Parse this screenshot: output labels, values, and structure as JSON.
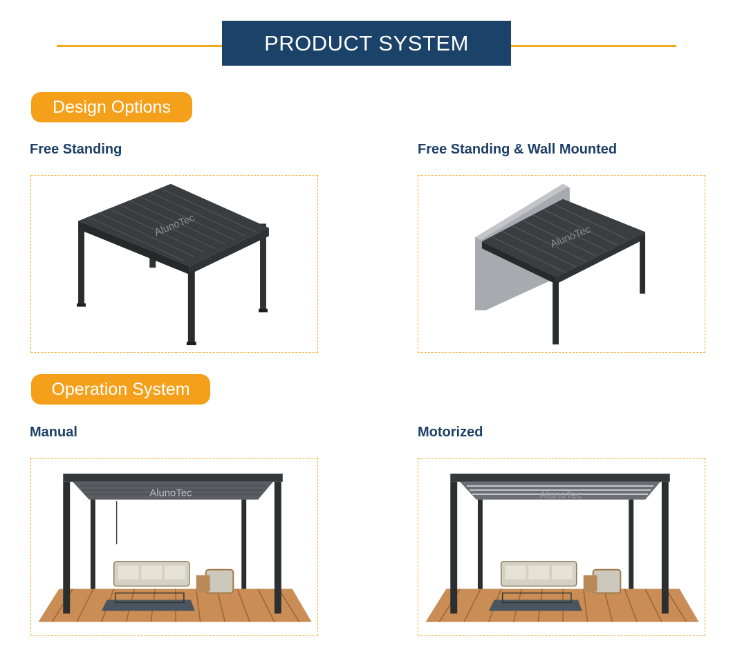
{
  "header": {
    "title": "PRODUCT SYSTEM",
    "accent_color": "#f3a91c",
    "title_bg": "#1b4369"
  },
  "sections": [
    {
      "title": "Design Options",
      "items": [
        {
          "label": "Free Standing",
          "image": "pergola-free-standing",
          "watermark": "AlunoTec"
        },
        {
          "label": "Free Standing & Wall Mounted",
          "image": "pergola-wall-mounted",
          "watermark": "AlunoTec"
        }
      ]
    },
    {
      "title": "Operation System",
      "items": [
        {
          "label": "Manual",
          "image": "pergola-manual-scene",
          "watermark": "AlunoTec"
        },
        {
          "label": "Motorized",
          "image": "pergola-motorized-scene",
          "watermark": "AlunoTec"
        }
      ]
    }
  ]
}
